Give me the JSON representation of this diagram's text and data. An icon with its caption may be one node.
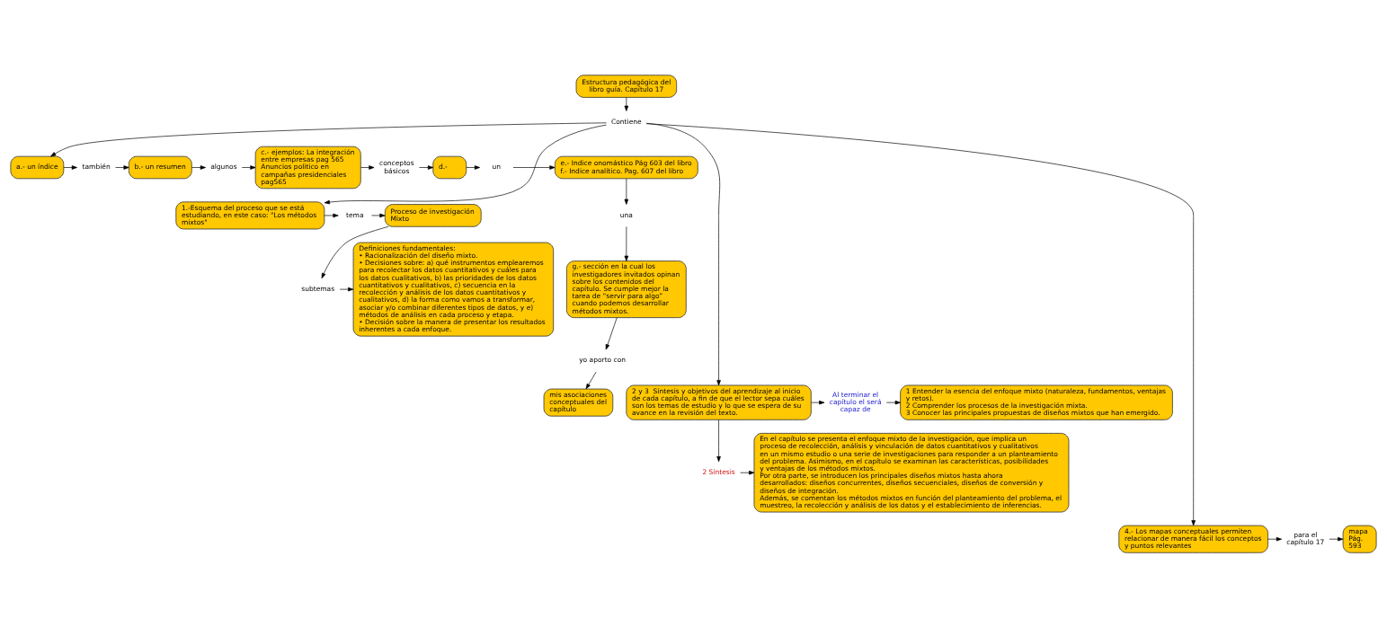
{
  "diagram": {
    "nodes": [
      {
        "text": [
          "Estructura pedagógica del libro guía. Capítulo 17"
        ]
      },
      {
        "text": [
          "Contiene"
        ]
      },
      {
        "text": [
          "a.- un índice"
        ]
      },
      {
        "text": [
          "también"
        ]
      },
      {
        "text": [
          "b.- un resumen"
        ]
      },
      {
        "text": [
          "algunos"
        ]
      },
      {
        "text": [
          "c.- ejemplos: La integración entre empresas pag 565 Anuncios politico en campañas presidenciales pag565"
        ]
      },
      {
        "text": [
          "conceptos básicos"
        ]
      },
      {
        "text": [
          "d.-"
        ]
      },
      {
        "text": [
          "un"
        ]
      },
      {
        "text": [
          "e.- Indice onomástico Pág 603 del libro",
          "f.- Indice analítico. Pag. 607 del libro"
        ]
      },
      {
        "text": [
          "una"
        ]
      },
      {
        "text": [
          "g.- sección en la cual los investigadores invitados opinan sobre los contenidos del capítulo. Se cumple mejor la tarea de “servir para algo” cuando podemos desarrollar métodos mixtos."
        ]
      },
      {
        "text": [
          "yo aporto con"
        ]
      },
      {
        "text": [
          "mis asociaciones conceptuales del capítulo"
        ]
      },
      {
        "text": [
          "1.-Esquema del proceso que se está estudiando, en este caso: \"Los métodos mixtos\""
        ]
      },
      {
        "text": [
          "tema"
        ]
      },
      {
        "text": [
          "Proceso de investigación Mixto"
        ]
      },
      {
        "text": [
          "subtemas"
        ]
      },
      {
        "text": [
          "Definiciones fundamentales:",
          "• Racionalización del diseño mixto.",
          "• Decisiones sobre: a) qué instrumentos emplearemos para recolectar los datos cuantitativos y cuáles para los datos cualitativos, b) las prioridades de los datos cuantitativos y cualitativos, c) secuencia en la recolección y análisis de los datos cuantitativos y cualitativos, d) la forma como vamos a transformar, asociar y/o combinar diferentes tipos de datos, y e) métodos de análisis en cada proceso y etapa.",
          "• Decisión sobre la manera de presentar los resultados inherentes a cada enfoque."
        ]
      },
      {
        "text": [
          "2 y 3  Síntesis y objetivos del aprendizaje al inicio de cada capítulo, a fin de que el lector sepa cuáles son los temas de estudio y lo que se espera de su avance en la revisión del texto."
        ]
      },
      {
        "text": [
          "Al terminar el capítulo el será capaz de"
        ]
      },
      {
        "text": [
          "1 Entender la esencia del enfoque mixto (naturaleza, fundamentos, ventajas y retos).",
          "2 Comprender los procesos de la investigación mixta.",
          "3 Conocer las principales propuestas de diseños mixtos que han emergido."
        ]
      },
      {
        "text": [
          "2 Síntesis"
        ]
      },
      {
        "text": [
          "En el capítulo se presenta el enfoque mixto de la investigación, que implica un proceso de recolección, análisis y vinculación de datos cuantitativos y cualitativos en un mismo estudio o una serie de investigaciones para responder a un planteamiento del problema. Asimismo, en el capítulo se examinan las características, posibilidades y ventajas de los métodos mixtos.",
          "Por otra parte, se introducen los principales diseños mixtos hasta ahora desarrollados: diseños concurrentes, diseños secuenciales, diseños de conversión y diseños de integración.",
          "Además, se comentan los métodos mixtos en función del planteamiento del problema, el muestreo, la recolección y análisis de los datos y el establecimiento de inferencias."
        ]
      },
      {
        "text": [
          "4.- Los mapas conceptuales permiten relacionar de manera fácil los conceptos y puntos relevantes"
        ]
      },
      {
        "text": [
          "para el capítulo 17"
        ]
      },
      {
        "text": [
          "mapa Pág. 593"
        ]
      }
    ],
    "edges": [
      {
        "from": 0,
        "to": 1,
        "arrow": "to"
      },
      {
        "from": 1,
        "to": 2,
        "arrow": "to"
      },
      {
        "from": 1,
        "to": 15,
        "arrow": "to"
      },
      {
        "from": 1,
        "to": 20,
        "arrow": "to"
      },
      {
        "from": 1,
        "to": 25,
        "arrow": "to"
      },
      {
        "from": 2,
        "to": 3,
        "arrow": "to"
      },
      {
        "from": 3,
        "to": 4,
        "arrow": "to"
      },
      {
        "from": 4,
        "to": 5,
        "arrow": "to"
      },
      {
        "from": 5,
        "to": 6,
        "arrow": "to"
      },
      {
        "from": 6,
        "to": 7,
        "arrow": "to"
      },
      {
        "from": 7,
        "to": 8,
        "arrow": "to"
      },
      {
        "from": 8,
        "to": 9,
        "arrow": "to"
      },
      {
        "from": 9,
        "to": 10,
        "arrow": "to"
      },
      {
        "from": 10,
        "to": 11,
        "arrow": "to"
      },
      {
        "from": 11,
        "to": 12,
        "arrow": "to"
      },
      {
        "from": 12,
        "to": 13,
        "arrow": "to"
      },
      {
        "from": 13,
        "to": 14,
        "arrow": "to"
      },
      {
        "from": 15,
        "to": 16,
        "arrow": "to"
      },
      {
        "from": 16,
        "to": 17,
        "arrow": "to"
      },
      {
        "from": 17,
        "to": 18,
        "arrow": "to"
      },
      {
        "from": 18,
        "to": 19,
        "arrow": "to"
      },
      {
        "from": 20,
        "to": 21,
        "arrow": "to"
      },
      {
        "from": 21,
        "to": 22,
        "arrow": "to"
      },
      {
        "from": 20,
        "to": 23,
        "arrow": "to"
      },
      {
        "from": 23,
        "to": 24,
        "arrow": "to"
      },
      {
        "from": 25,
        "to": 26,
        "arrow": "to"
      },
      {
        "from": 26,
        "to": 27,
        "arrow": "to"
      }
    ]
  }
}
